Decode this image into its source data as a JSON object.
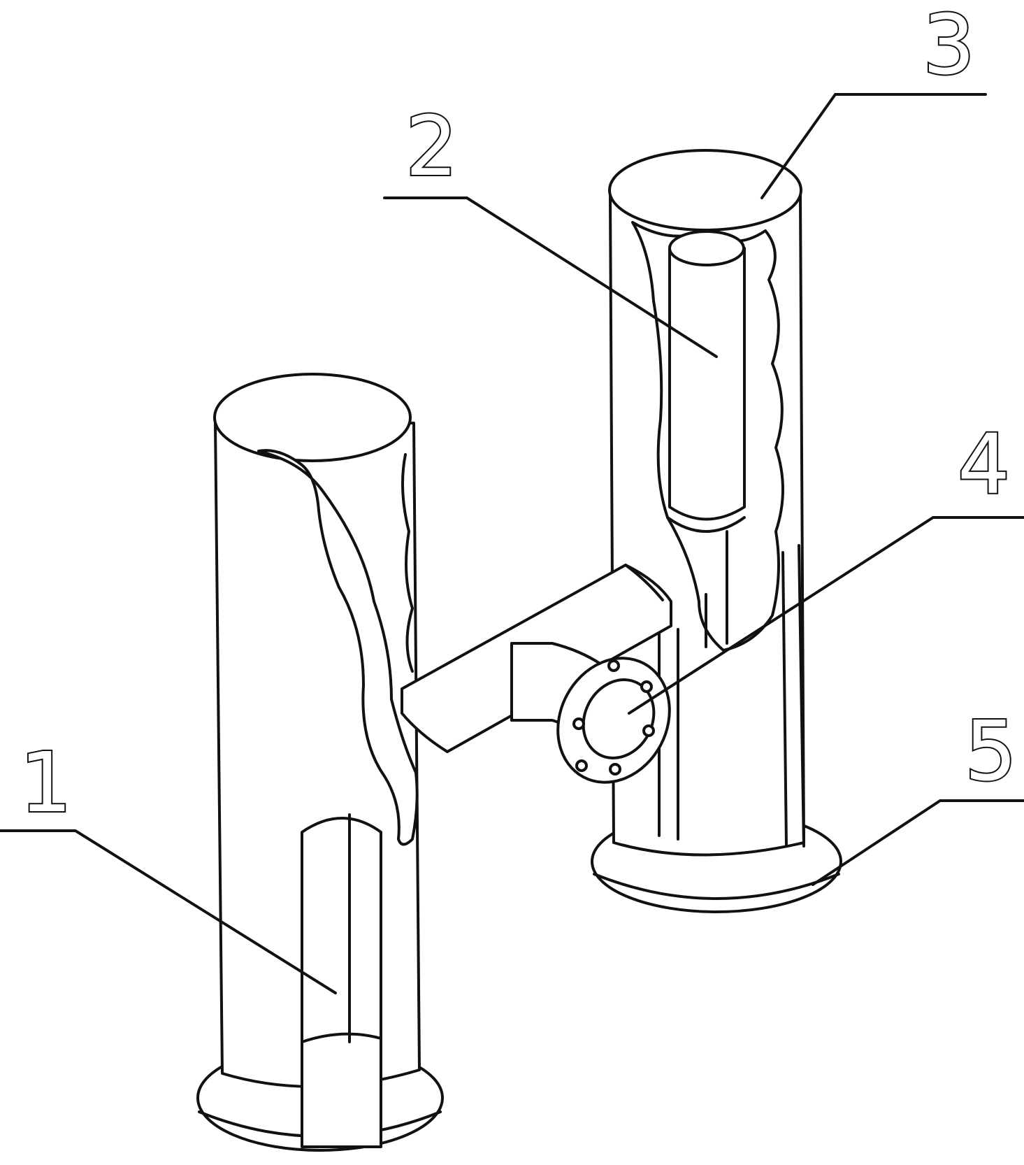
{
  "figure": {
    "callouts": [
      {
        "id": "1",
        "label": "1"
      },
      {
        "id": "2",
        "label": "2"
      },
      {
        "id": "3",
        "label": "3"
      },
      {
        "id": "4",
        "label": "4"
      },
      {
        "id": "5",
        "label": "5"
      }
    ]
  },
  "colors": {
    "line": "#111111",
    "background": "#ffffff"
  }
}
